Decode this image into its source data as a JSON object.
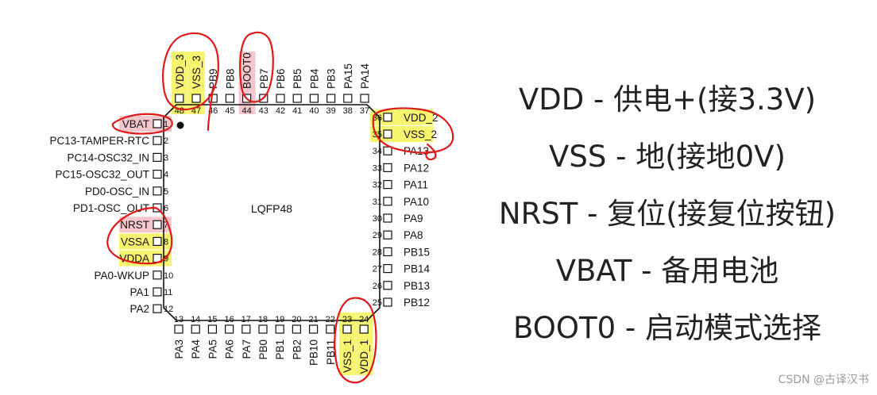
{
  "chip": {
    "package": "LQFP48",
    "pins": {
      "left": [
        {
          "num": "1",
          "name": "VBAT"
        },
        {
          "num": "2",
          "name": "PC13-TAMPER-RTC"
        },
        {
          "num": "3",
          "name": "PC14-OSC32_IN"
        },
        {
          "num": "4",
          "name": "PC15-OSC32_OUT"
        },
        {
          "num": "5",
          "name": "PD0-OSC_IN"
        },
        {
          "num": "6",
          "name": "PD1-OSC_OUT"
        },
        {
          "num": "7",
          "name": "NRST"
        },
        {
          "num": "8",
          "name": "VSSA"
        },
        {
          "num": "9",
          "name": "VDDA"
        },
        {
          "num": "10",
          "name": "PA0-WKUP"
        },
        {
          "num": "11",
          "name": "PA1"
        },
        {
          "num": "12",
          "name": "PA2"
        }
      ],
      "bottom": [
        {
          "num": "13",
          "name": "PA3"
        },
        {
          "num": "14",
          "name": "PA4"
        },
        {
          "num": "15",
          "name": "PA5"
        },
        {
          "num": "16",
          "name": "PA6"
        },
        {
          "num": "17",
          "name": "PA7"
        },
        {
          "num": "18",
          "name": "PB0"
        },
        {
          "num": "19",
          "name": "PB1"
        },
        {
          "num": "20",
          "name": "PB2"
        },
        {
          "num": "21",
          "name": "PB10"
        },
        {
          "num": "22",
          "name": "PB11"
        },
        {
          "num": "23",
          "name": "VSS_1"
        },
        {
          "num": "24",
          "name": "VDD_1"
        }
      ],
      "right": [
        {
          "num": "25",
          "name": "PB12"
        },
        {
          "num": "26",
          "name": "PB13"
        },
        {
          "num": "27",
          "name": "PB14"
        },
        {
          "num": "28",
          "name": "PB15"
        },
        {
          "num": "29",
          "name": "PA8"
        },
        {
          "num": "30",
          "name": "PA9"
        },
        {
          "num": "31",
          "name": "PA10"
        },
        {
          "num": "32",
          "name": "PA11"
        },
        {
          "num": "33",
          "name": "PA12"
        },
        {
          "num": "34",
          "name": "PA13"
        },
        {
          "num": "35",
          "name": "VSS_2"
        },
        {
          "num": "36",
          "name": "VDD_2"
        }
      ],
      "top": [
        {
          "num": "37",
          "name": "PA14"
        },
        {
          "num": "38",
          "name": "PA15"
        },
        {
          "num": "39",
          "name": "PB3"
        },
        {
          "num": "40",
          "name": "PB4"
        },
        {
          "num": "41",
          "name": "PB5"
        },
        {
          "num": "42",
          "name": "PB6"
        },
        {
          "num": "43",
          "name": "PB7"
        },
        {
          "num": "44",
          "name": "BOOT0"
        },
        {
          "num": "45",
          "name": "PB8"
        },
        {
          "num": "46",
          "name": "PB9"
        },
        {
          "num": "47",
          "name": "VSS_3"
        },
        {
          "num": "48",
          "name": "VDD_3"
        }
      ]
    },
    "highlight_colors": {
      "power": "#f7f570",
      "control": "#f5c7cc"
    },
    "annotation_color": "#e01818",
    "highlighted_power": [
      "8",
      "9",
      "23",
      "24",
      "35",
      "36",
      "47",
      "48"
    ],
    "highlighted_control": [
      "1",
      "7",
      "44"
    ]
  },
  "legend": [
    "VDD - 供电+(接3.3V)",
    "VSS - 地(接地0V)",
    "NRST - 复位(接复位按钮)",
    "VBAT - 备用电池",
    "BOOT0 - 启动模式选择"
  ],
  "watermark": "CSDN @古译汉书"
}
